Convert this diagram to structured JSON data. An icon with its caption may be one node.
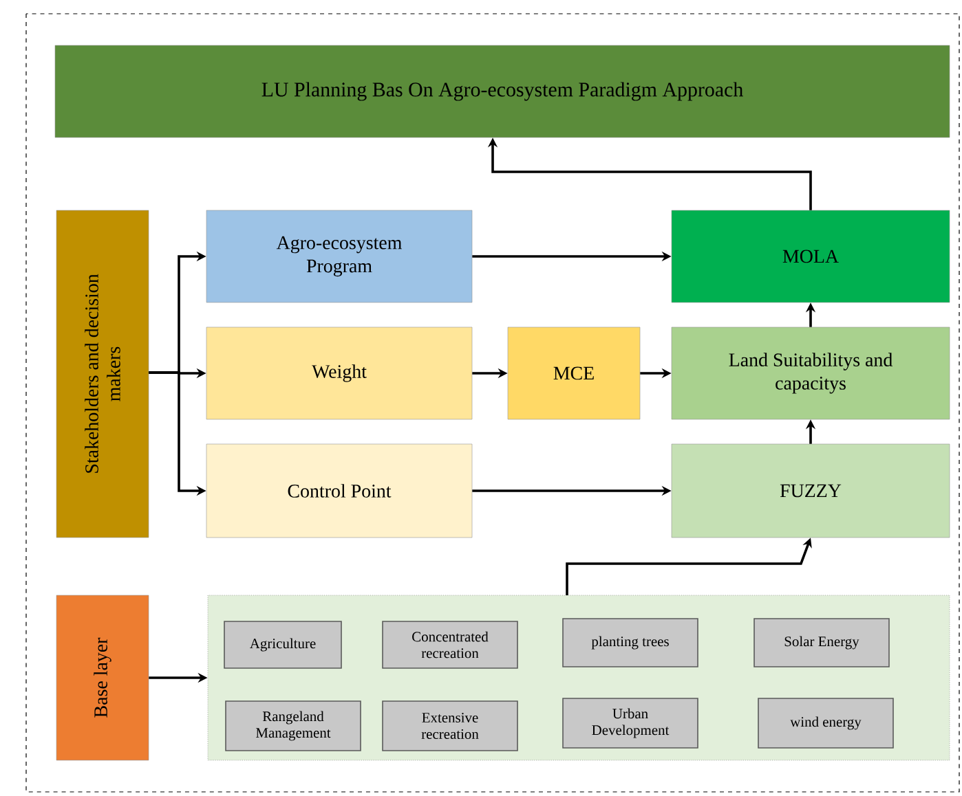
{
  "diagram": {
    "nodes": [
      {
        "text": [
          "LU Planning Bas On Agro-ecosystem Paradigm Approach"
        ]
      },
      {
        "text": [
          "Stakeholders and decision makers"
        ]
      },
      {
        "text": [
          "Agro-ecosystem Program"
        ]
      },
      {
        "text": [
          "Weight"
        ]
      },
      {
        "text": [
          "Control Point"
        ]
      },
      {
        "text": [
          "MCE"
        ]
      },
      {
        "text": [
          "MOLA"
        ]
      },
      {
        "text": [
          "Land Suitabilitys and capacitys"
        ]
      },
      {
        "text": [
          "FUZZY"
        ]
      },
      {
        "text": [
          "Base layer"
        ]
      },
      {
        "text": [],
        "shape": "box"
      },
      {
        "text": [
          "Agriculture"
        ],
        "in": 10
      },
      {
        "text": [
          "Concentrated recreation"
        ],
        "in": 10
      },
      {
        "text": [
          "planting trees"
        ],
        "in": 10
      },
      {
        "text": [
          "Solar Energy"
        ],
        "in": 10
      },
      {
        "text": [
          "Rangeland Management"
        ],
        "in": 10
      },
      {
        "text": [
          "Extensive recreation"
        ],
        "in": 10
      },
      {
        "text": [
          "Urban Development"
        ],
        "in": 10
      },
      {
        "text": [
          "wind energy"
        ],
        "in": 10
      }
    ],
    "edges": [
      {
        "from": 1,
        "to": 2,
        "arrow": "to"
      },
      {
        "from": 1,
        "to": 3,
        "arrow": "to"
      },
      {
        "from": 1,
        "to": 4,
        "arrow": "to"
      },
      {
        "from": 2,
        "to": 6,
        "arrow": "to"
      },
      {
        "from": 3,
        "to": 5,
        "arrow": "to"
      },
      {
        "from": 5,
        "to": 7,
        "arrow": "to"
      },
      {
        "from": 4,
        "to": 8,
        "arrow": "to"
      },
      {
        "from": 8,
        "to": 7,
        "arrow": "to"
      },
      {
        "from": 7,
        "to": 6,
        "arrow": "to"
      },
      {
        "from": 6,
        "to": 0,
        "arrow": "to"
      },
      {
        "from": 9,
        "to": 10,
        "arrow": "to"
      },
      {
        "from": 10,
        "to": 8,
        "arrow": "to"
      }
    ]
  }
}
